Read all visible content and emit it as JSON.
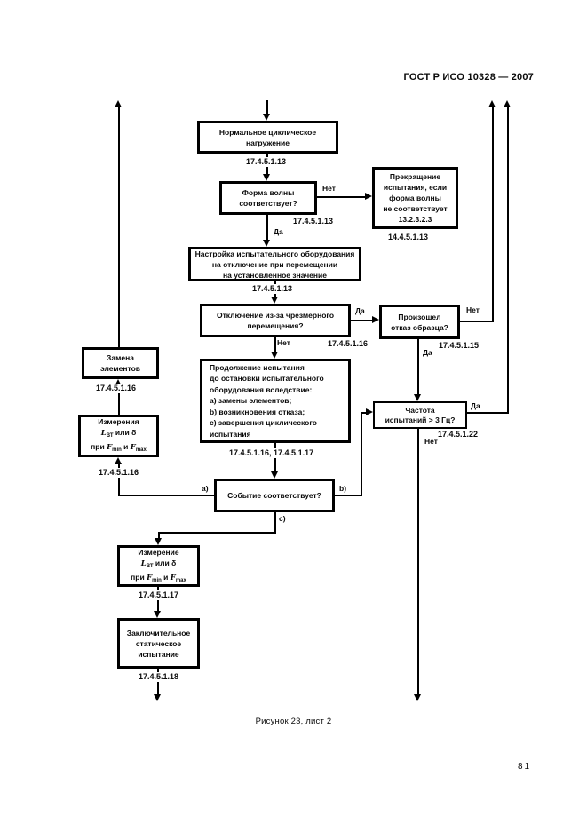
{
  "page": {
    "header": "ГОСТ Р ИСО 10328 — 2007",
    "caption": "Рисунок 23, лист 2",
    "page_number": "81"
  },
  "labels": {
    "yes": "Да",
    "no": "Нет",
    "a": "a)",
    "b": "b)",
    "c": "c)"
  },
  "nodes": {
    "normal_loading": {
      "lines": [
        "Нормальное циклическое",
        "нагружение"
      ]
    },
    "waveform": {
      "lines": [
        "Форма волны",
        "соответствует?"
      ]
    },
    "stop_test": {
      "lines": [
        "Прекращение",
        "испытания, если",
        "форма волны",
        "не соответствует",
        "13.2.3.2.3"
      ]
    },
    "setup": {
      "lines": [
        "Настройка испытательного оборудования",
        "на отключение при перемещении",
        "на установленное значение"
      ]
    },
    "shutdown": {
      "lines": [
        "Отключение из-за чрезмерного",
        "перемещения?"
      ]
    },
    "specimen_failure": {
      "lines": [
        "Произошел",
        "отказ образца?"
      ]
    },
    "continue_test": {
      "lines": [
        "Продолжение испытания",
        "до остановки испытательного",
        "оборудования вследствие:",
        "a) замены элементов;",
        "b) возникновения отказа;",
        "c) завершения циклического",
        "испытания"
      ]
    },
    "event": {
      "lines": [
        "Событие соответствует?"
      ]
    },
    "frequency": {
      "lines": [
        "Частота",
        "испытаний > 3 Гц?"
      ]
    },
    "replace": {
      "lines": [
        "Замена",
        "элементов"
      ]
    },
    "measure_left": {
      "rich": [
        [
          {
            "t": "Измерения"
          }
        ],
        [
          {
            "t": "L",
            "i": true
          },
          {
            "t": "ВТ",
            "sub": true
          },
          {
            "t": " или δ"
          }
        ],
        [
          {
            "t": "при "
          },
          {
            "t": "F",
            "i": true
          },
          {
            "t": "min",
            "sub": true
          },
          {
            "t": " и "
          },
          {
            "t": "F",
            "i": true
          },
          {
            "t": "max",
            "sub": true
          }
        ]
      ]
    },
    "measure_bottom": {
      "rich": [
        [
          {
            "t": "Измерение"
          }
        ],
        [
          {
            "t": "L",
            "i": true
          },
          {
            "t": "ВТ",
            "sub": true
          },
          {
            "t": " или δ"
          }
        ],
        [
          {
            "t": "при "
          },
          {
            "t": "F",
            "i": true
          },
          {
            "t": "min",
            "sub": true
          },
          {
            "t": " и "
          },
          {
            "t": "F",
            "i": true
          },
          {
            "t": "max",
            "sub": true
          }
        ]
      ]
    },
    "final_static": {
      "lines": [
        "Заключительное",
        "статическое",
        "испытание"
      ]
    }
  },
  "refs": {
    "after_normal_loading": "17.4.5.1.13",
    "after_waveform": "17.4.5.1.13",
    "stop_test": "14.4.5.1.13",
    "after_setup": "17.4.5.1.13",
    "shutdown_no": "17.4.5.1.16",
    "specimen_failure": "17.4.5.1.15",
    "after_continue": "17.4.5.1.16, 17.4.5.1.17",
    "frequency": "17.4.5.1.22",
    "before_replace": "17.4.5.1.16",
    "before_measure_left": "17.4.5.1.16",
    "after_measure_bottom": "17.4.5.1.17",
    "after_final_static": "17.4.5.1.18"
  }
}
